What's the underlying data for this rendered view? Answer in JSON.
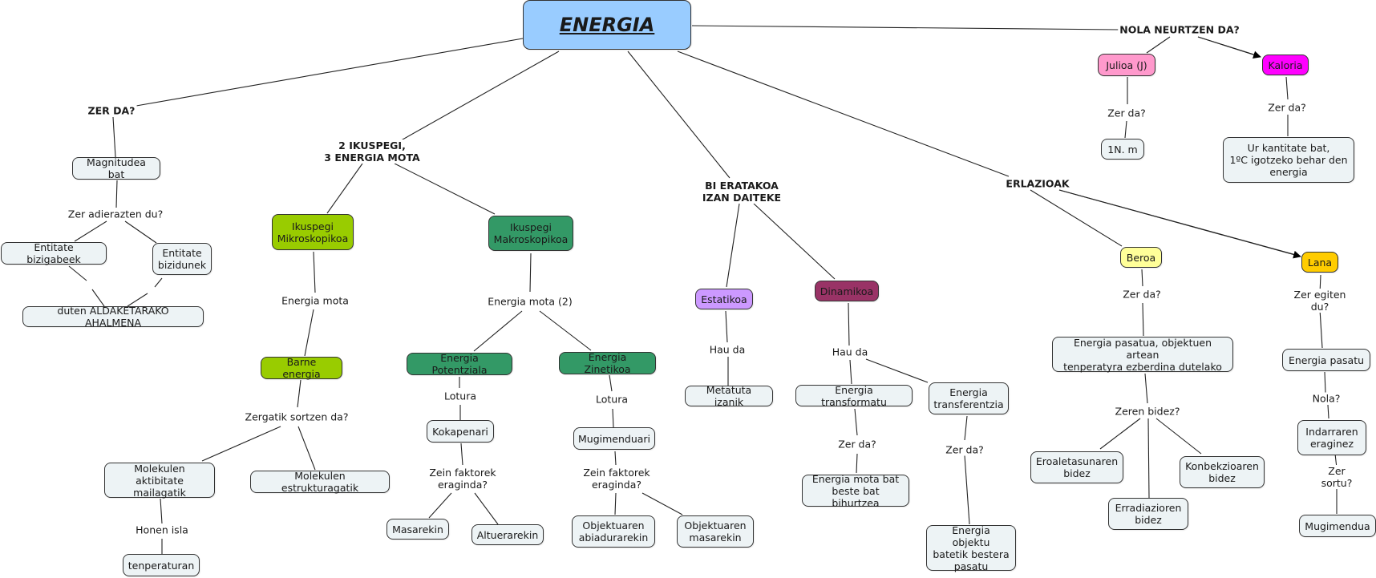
{
  "colors": {
    "root": "#99ccff",
    "default_node": "#edf3f5",
    "julioa": "#ff99cc",
    "kaloria": "#ff00ff",
    "mikro": "#99cc00",
    "makro": "#339966",
    "estatikoa": "#cc99ff",
    "dinamikoa": "#993366",
    "beroa": "#ffff99",
    "lana": "#ffcc00"
  },
  "root": {
    "label": "ENERGIA"
  },
  "links": {
    "zer_da_main": "ZER DA?",
    "ikuspegi": "2 IKUSPEGI,\n3 ENERGIA MOTA",
    "bi_eratakoa": "BI ERATAKOA\nIZAN DAITEKE",
    "erlazioak": "ERLAZIOAK",
    "nola_neurtzen": "NOLA NEURTZEN DA?",
    "zer_adierazten": "Zer adierazten du?",
    "energia_mota": "Energia mota",
    "energia_mota_2": "Energia mota (2)",
    "zergatik": "Zergatik sortzen da?",
    "honen_isla": "Honen isla",
    "lotura_1": "Lotura",
    "lotura_2": "Lotura",
    "zein_faktorek_1": "Zein faktorek\neraginda?",
    "zein_faktorek_2": "Zein faktorek\neraginda?",
    "hau_da_1": "Hau da",
    "hau_da_2": "Hau da",
    "zer_da_transf": "Zer da?",
    "zer_da_transfer": "Zer da?",
    "zer_da_beroa": "Zer da?",
    "zeren_bidez": "Zeren bidez?",
    "zer_egiten": "Zer egiten du?",
    "nola": "Nola?",
    "zer_sortu": "Zer sortu?",
    "zer_da_julioa": "Zer da?",
    "zer_da_kaloria": "Zer da?"
  },
  "nodes": {
    "magnitudea": "Magnitudea bat",
    "bizigabeek": "Entitate bizigabeek",
    "bizidunek": "Entitate\nbizidunek",
    "aldaketarako": "duten ALDAKETARAKO AHALMENA",
    "mikro": "Ikuspegi\nMikroskopikoa",
    "makro": "Ikuspegi\nMakroskopikoa",
    "barne": "Barne energia",
    "aktibitate": "Molekulen aktibitate\nmailagatik",
    "estruktura": "Molekulen estrukturagatik",
    "tenperaturan": "tenperaturan",
    "potentziala": "Energia Potentziala",
    "zinetikoa": "Energia Zinetikoa",
    "kokapenari": "Kokapenari",
    "mugimenduari": "Mugimenduari",
    "masarekin": "Masarekin",
    "altuerarekin": "Altuerarekin",
    "abiadurarekin": "Objektuaren\nabiadurarekin",
    "obj_masarekin": "Objektuaren\nmasarekin",
    "estatikoa": "Estatikoa",
    "dinamikoa": "Dinamikoa",
    "metatuta": "Metatuta izanik",
    "transformatu": "Energia transformatu",
    "transferentzia": "Energia\ntransferentzia",
    "mota_bat": "Energia mota bat\nbeste bat bihurtzea",
    "objektu_batetik": "Energia objektu\nbatetik bestera\npasatu",
    "beroa": "Beroa",
    "lana": "Lana",
    "beroa_def": "Energia pasatua, objektuen artean\ntenperatyra ezberdina dutelako",
    "eroaletasun": "Eroaletasunaren\nbidez",
    "erradiazio": "Erradiazioren\nbidez",
    "konbekzio": "Konbekzioaren\nbidez",
    "energia_pasatu": "Energia pasatu",
    "indarraren": "Indarraren\neraginez",
    "mugimendua": "Mugimendua",
    "julioa": "Julioa (J)",
    "kaloria": "Kaloria",
    "n_m": "1N. m",
    "kaloria_def": "Ur kantitate bat,\n1ºC igotzeko behar den\nenergia"
  }
}
